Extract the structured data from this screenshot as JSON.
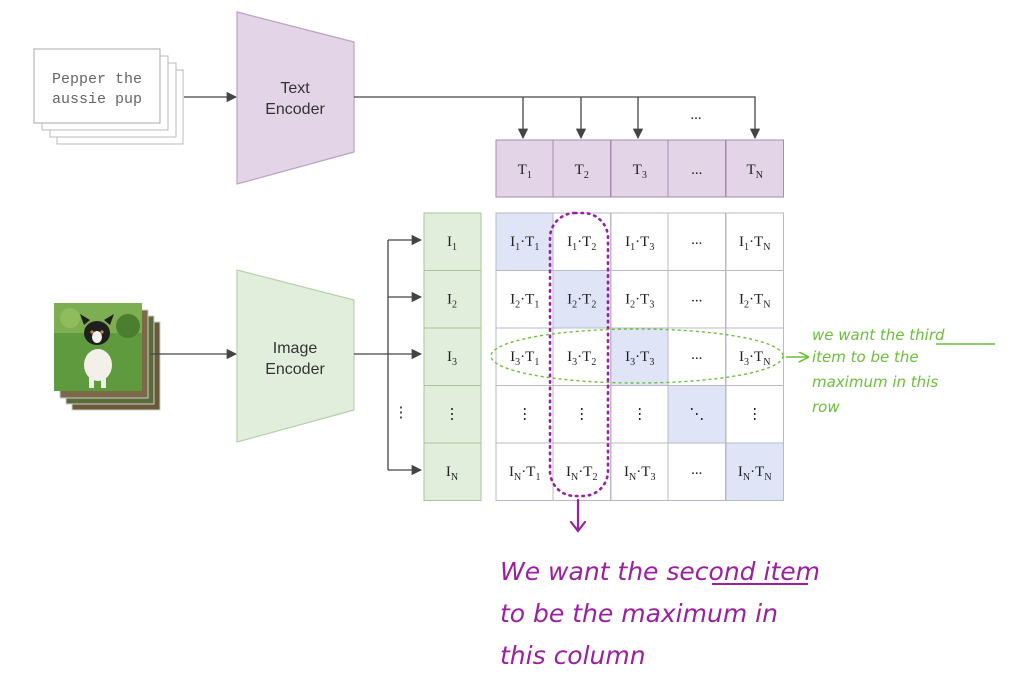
{
  "caption": {
    "line1": "Pepper the",
    "line2": "aussie pup"
  },
  "text_encoder": {
    "line1": "Text",
    "line2": "Encoder"
  },
  "image_encoder": {
    "line1": "Image",
    "line2": "Encoder"
  },
  "text_features": [
    {
      "base": "T",
      "sub": "1"
    },
    {
      "base": "T",
      "sub": "2"
    },
    {
      "base": "T",
      "sub": "3"
    },
    {
      "base": "...",
      "sub": ""
    },
    {
      "base": "T",
      "sub": "N"
    }
  ],
  "image_features": [
    {
      "base": "I",
      "sub": "1"
    },
    {
      "base": "I",
      "sub": "2"
    },
    {
      "base": "I",
      "sub": "3"
    },
    {
      "base": "⋮",
      "sub": ""
    },
    {
      "base": "I",
      "sub": "N"
    }
  ],
  "arrow_dots": "...",
  "side_dots": "⋮",
  "matrix_diagonal_dots": "⋱",
  "matrix_ellipsis": "...",
  "matrix_vertical_ellipsis": "⋮",
  "annotation_row": {
    "line1_a": "we want the ",
    "line1_b": "third",
    "line2": "item to be the",
    "line3": "maximum in this",
    "line4": "row"
  },
  "annotation_column": {
    "line1_a": "We want the ",
    "line1_b": "second",
    "line1_c": " item",
    "line2": "to be the maximum in",
    "line3": "this column"
  },
  "colors": {
    "text_encoder_fill": "#e3d4e8",
    "image_encoder_fill": "#e2eedc",
    "text_feature_fill": "#e3d4e8",
    "image_feature_fill": "#e2eedc",
    "highlight_cell": "#dfe5f7",
    "annotation_purple": "#9b1fa0",
    "annotation_green": "#6cbf3a"
  }
}
